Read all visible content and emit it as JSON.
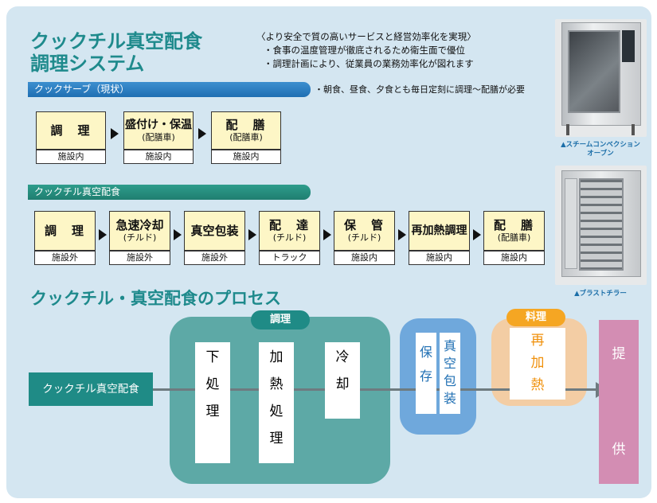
{
  "title": {
    "line1": "クックチル真空配食",
    "line2": "調理システム"
  },
  "benefits": {
    "heading": "〈より安全で質の高いサービスと経営効率化を実現〉",
    "item1": "・食事の温度管理が徹底されるため衛生面で優位",
    "item2": "・調理計画により、従業員の業務効率化が図れます"
  },
  "cook_serve": {
    "bar_label": "クックサーブ（現状）",
    "note": "・朝食、昼食、夕食とも毎日定刻に調理〜配膳が必要",
    "steps": [
      {
        "main": "調　理",
        "sub": "",
        "loc": "施設内"
      },
      {
        "main": "盛付け・保温",
        "sub": "(配膳車)",
        "loc": "施設内"
      },
      {
        "main": "配　膳",
        "sub": "(配膳車)",
        "loc": "施設内"
      }
    ]
  },
  "cook_chill": {
    "bar_label": "クックチル真空配食",
    "steps": [
      {
        "main": "調　理",
        "sub": "",
        "loc": "施設外"
      },
      {
        "main": "急速冷却",
        "sub": "(チルド)",
        "loc": "施設外"
      },
      {
        "main": "真空包装",
        "sub": "",
        "loc": "施設外"
      },
      {
        "main": "配　達",
        "sub": "(チルド)",
        "loc": "トラック"
      },
      {
        "main": "保　管",
        "sub": "(チルド)",
        "loc": "施設内"
      },
      {
        "main": "再加熱調理",
        "sub": "",
        "loc": "施設内"
      },
      {
        "main": "配　膳",
        "sub": "(配膳車)",
        "loc": "施設内"
      }
    ]
  },
  "equipment": {
    "oven_caption1": "▲スチームコンベクション",
    "oven_caption2": "オーブン",
    "chiller_caption": "▲ブラストチラー"
  },
  "process": {
    "title": "クックチル・真空配食のプロセス",
    "start_label": "クックチル真空配食",
    "cooking_label": "調理",
    "cooking_steps": [
      [
        "下",
        "処",
        "理"
      ],
      [
        "加",
        "熱",
        "処",
        "理"
      ],
      [
        "冷",
        "却"
      ]
    ],
    "storage": [
      "保",
      "存"
    ],
    "packaging": [
      "真",
      "空",
      "包",
      "装"
    ],
    "food_label": "料理",
    "reheat": [
      "再",
      "加",
      "熱"
    ],
    "serve": [
      "提",
      "供"
    ]
  },
  "colors": {
    "title": "#1e8a8c",
    "cook_serve_bar": "#1f6fb3",
    "cook_chill_bar": "#1f7e70",
    "step_fill": "#fdf6c6",
    "cooking_group": "#5da9a6",
    "storage_group": "#6fa8dc",
    "reheat_group": "#f3cda4",
    "food_badge": "#f5a623",
    "serve_block": "#d38db3"
  }
}
